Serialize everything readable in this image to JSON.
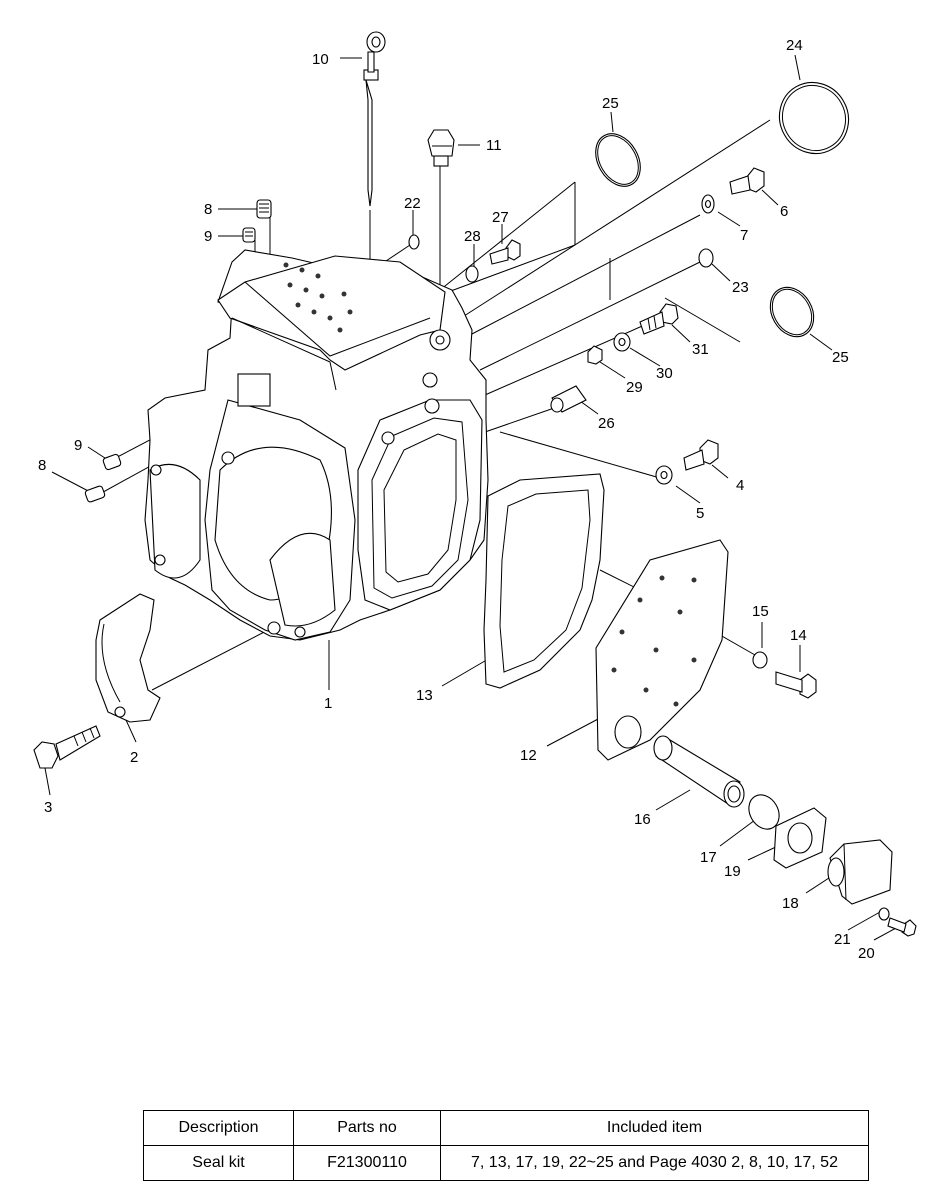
{
  "diagram": {
    "part_numbers": [
      "1",
      "2",
      "3",
      "4",
      "5",
      "6",
      "7",
      "8",
      "9",
      "10",
      "11",
      "12",
      "13",
      "14",
      "15",
      "16",
      "17",
      "18",
      "19",
      "20",
      "21",
      "22",
      "23",
      "24",
      "25",
      "26",
      "27",
      "28",
      "29",
      "30",
      "31"
    ]
  },
  "callouts": [
    {
      "id": "c10",
      "text": "10"
    },
    {
      "id": "c24",
      "text": "24"
    },
    {
      "id": "c25a",
      "text": "25"
    },
    {
      "id": "c11",
      "text": "11"
    },
    {
      "id": "c6",
      "text": "6"
    },
    {
      "id": "c7",
      "text": "7"
    },
    {
      "id": "c8a",
      "text": "8"
    },
    {
      "id": "c9a",
      "text": "9"
    },
    {
      "id": "c22",
      "text": "22"
    },
    {
      "id": "c27",
      "text": "27"
    },
    {
      "id": "c28",
      "text": "28"
    },
    {
      "id": "c23",
      "text": "23"
    },
    {
      "id": "c31",
      "text": "31"
    },
    {
      "id": "c25b",
      "text": "25"
    },
    {
      "id": "c29",
      "text": "29"
    },
    {
      "id": "c30",
      "text": "30"
    },
    {
      "id": "c26",
      "text": "26"
    },
    {
      "id": "c9b",
      "text": "9"
    },
    {
      "id": "c8b",
      "text": "8"
    },
    {
      "id": "c4",
      "text": "4"
    },
    {
      "id": "c5",
      "text": "5"
    },
    {
      "id": "c15",
      "text": "15"
    },
    {
      "id": "c14",
      "text": "14"
    },
    {
      "id": "c1",
      "text": "1"
    },
    {
      "id": "c13",
      "text": "13"
    },
    {
      "id": "c2",
      "text": "2"
    },
    {
      "id": "c12",
      "text": "12"
    },
    {
      "id": "c3",
      "text": "3"
    },
    {
      "id": "c16",
      "text": "16"
    },
    {
      "id": "c17",
      "text": "17"
    },
    {
      "id": "c19",
      "text": "19"
    },
    {
      "id": "c18",
      "text": "18"
    },
    {
      "id": "c21",
      "text": "21"
    },
    {
      "id": "c20",
      "text": "20"
    }
  ],
  "table": {
    "headers": [
      "Description",
      "Parts no",
      "Included item"
    ],
    "rows": [
      [
        "Seal kit",
        "F21300110",
        "7, 13, 17, 19, 22~25 and Page 4030 2, 8, 10, 17, 52"
      ]
    ]
  }
}
